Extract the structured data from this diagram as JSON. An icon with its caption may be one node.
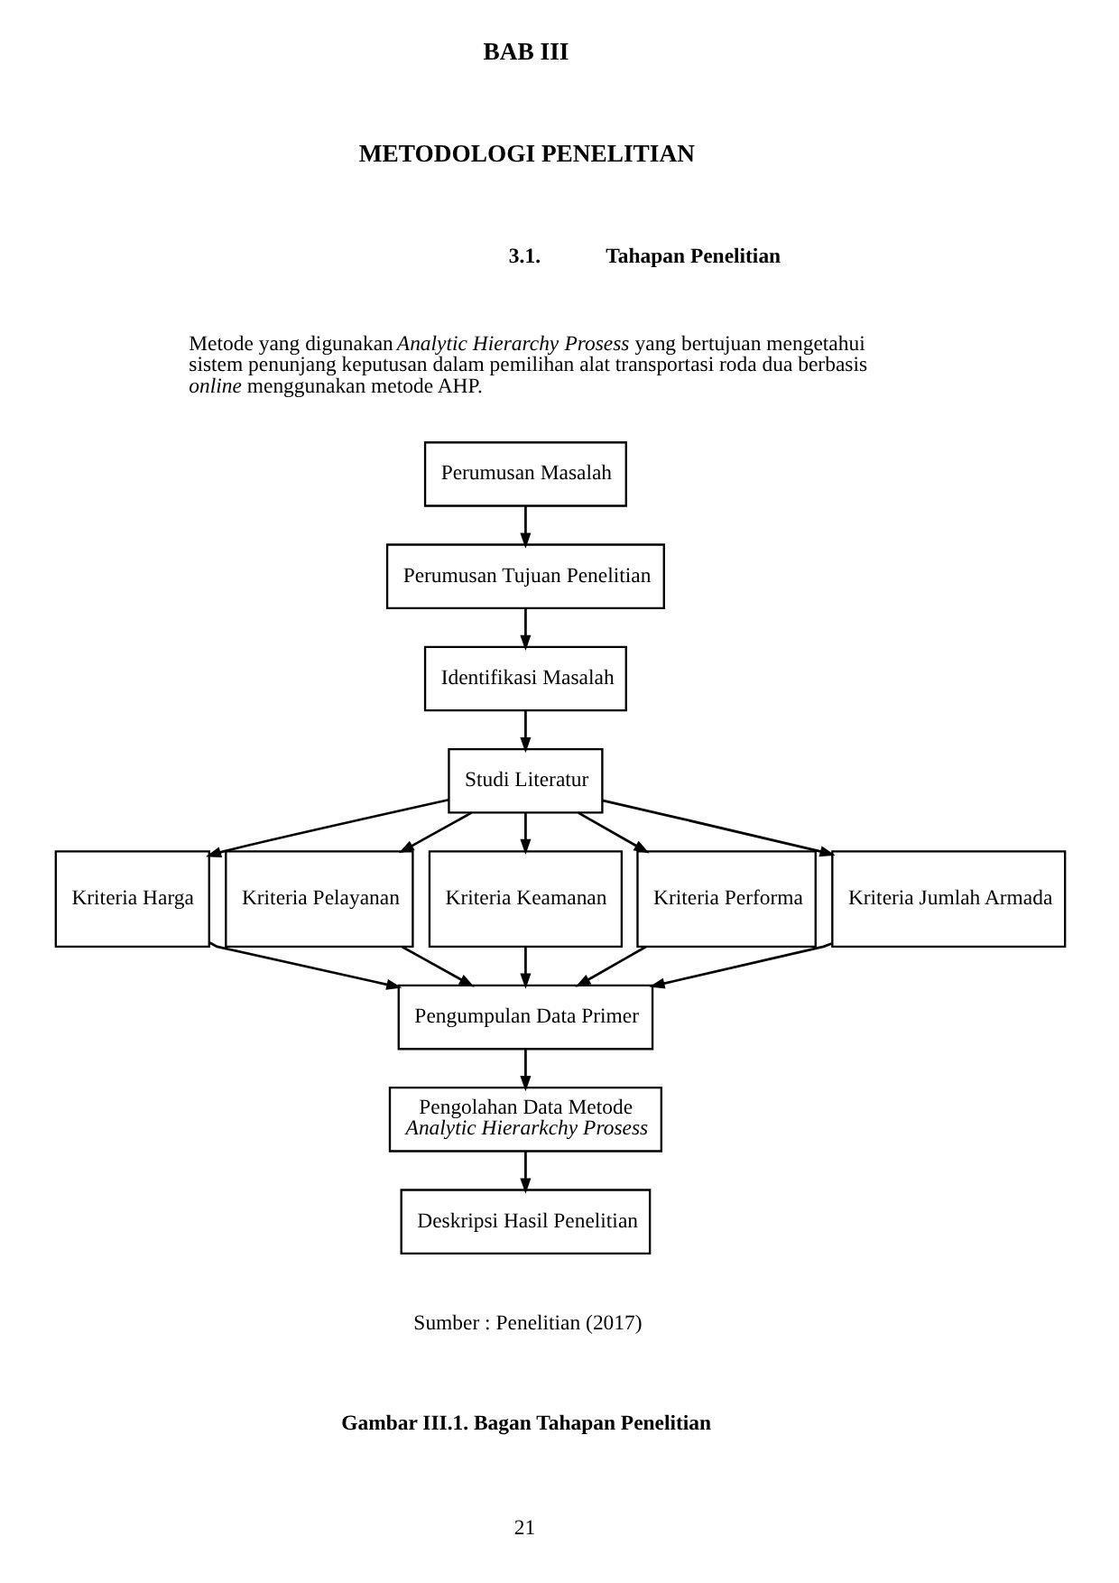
{
  "diagram": {
    "title": "METODOLOGI PENELITIAN",
    "caption": "Gambar III.1. Bagan Tahapan Penelitian",
    "nodes": [
      {
        "text": [
          "Perumusan Masalah"
        ]
      },
      {
        "text": [
          "Perumusan Tujuan Penelitian"
        ]
      },
      {
        "text": [
          "Identifikasi Masalah"
        ]
      },
      {
        "text": [
          "Studi Literatur"
        ]
      },
      {
        "text": [
          "Kriteria Harga"
        ]
      },
      {
        "text": [
          "Kriteria Pelayanan"
        ]
      },
      {
        "text": [
          "Kriteria Keamanan"
        ]
      },
      {
        "text": [
          "Kriteria Performa"
        ]
      },
      {
        "text": [
          "Kriteria Jumlah Armada"
        ]
      },
      {
        "text": [
          "Pengumpulan Data Primer"
        ]
      },
      {
        "text": [
          "Pengolahan Data Metode",
          "Analytic Hierarkchy Prosess"
        ]
      },
      {
        "text": [
          "Deskripsi Hasil Penelitian"
        ]
      }
    ],
    "edges": [
      {
        "from": 0,
        "to": 1,
        "arrow": "to"
      },
      {
        "from": 1,
        "to": 2,
        "arrow": "to"
      },
      {
        "from": 2,
        "to": 3,
        "arrow": "to"
      },
      {
        "from": 3,
        "to": 4,
        "arrow": "to"
      },
      {
        "from": 3,
        "to": 5,
        "arrow": "to"
      },
      {
        "from": 3,
        "to": 6,
        "arrow": "to"
      },
      {
        "from": 3,
        "to": 7,
        "arrow": "to"
      },
      {
        "from": 3,
        "to": 8,
        "arrow": "to"
      },
      {
        "from": 4,
        "to": 9,
        "arrow": "to"
      },
      {
        "from": 5,
        "to": 9,
        "arrow": "to"
      },
      {
        "from": 6,
        "to": 9,
        "arrow": "to"
      },
      {
        "from": 7,
        "to": 9,
        "arrow": "to"
      },
      {
        "from": 8,
        "to": 9,
        "arrow": "to"
      },
      {
        "from": 9,
        "to": 10,
        "arrow": "to"
      },
      {
        "from": 10,
        "to": 11,
        "arrow": "to"
      }
    ],
    "labels": [
      "BAB III",
      "3.1.",
      "Tahapan Penelitian",
      "Metode yang digunakan *Analytic Hierarchy Prosess* yang bertujuan mengetahui sistem penunjang keputusan dalam pemilihan alat transportasi roda dua berbasis *online* menggunakan metode AHP.",
      "Sumber : Penelitian (2017)",
      "21"
    ]
  }
}
